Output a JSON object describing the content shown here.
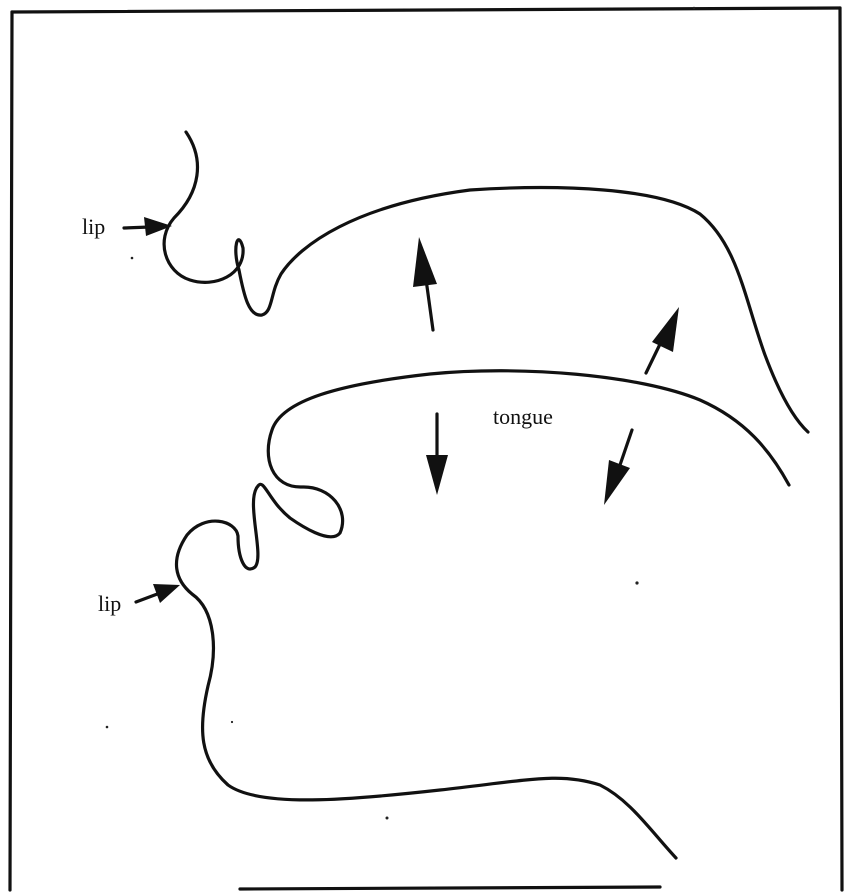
{
  "labels": {
    "upper_lip": "lip",
    "lower_lip": "lip",
    "tongue": "tongue"
  },
  "colors": {
    "ink": "#111111",
    "background": "#ffffff"
  }
}
